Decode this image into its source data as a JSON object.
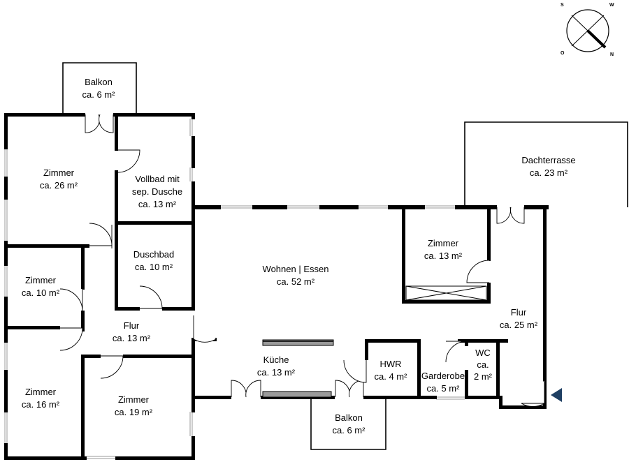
{
  "compass": {
    "s": "S",
    "w": "W",
    "o": "O",
    "n": "N"
  },
  "rooms": {
    "balkon_top": {
      "name": "Balkon",
      "area": "ca. 6 m²"
    },
    "zimmer_26": {
      "name": "Zimmer",
      "area": "ca. 26 m²"
    },
    "vollbad": {
      "name1": "Vollbad mit",
      "name2": "sep. Dusche",
      "area": "ca. 13 m²"
    },
    "duschbad": {
      "name": "Duschbad",
      "area": "ca. 10 m²"
    },
    "zimmer_10": {
      "name": "Zimmer",
      "area": "ca. 10 m²"
    },
    "flur_13": {
      "name": "Flur",
      "area": "ca. 13 m²"
    },
    "zimmer_16": {
      "name": "Zimmer",
      "area": "ca. 16 m²"
    },
    "zimmer_19": {
      "name": "Zimmer",
      "area": "ca. 19 m²"
    },
    "wohnen": {
      "name": "Wohnen | Essen",
      "area": "ca. 52 m²"
    },
    "kueche": {
      "name": "Küche",
      "area": "ca. 13 m²"
    },
    "balkon_bottom": {
      "name": "Balkon",
      "area": "ca. 6 m²"
    },
    "hwr": {
      "name": "HWR",
      "area": "ca. 4 m²"
    },
    "garderobe": {
      "name": "Garderobe",
      "area": "ca. 5 m²"
    },
    "wc": {
      "name": "WC",
      "area1": "ca.",
      "area2": "2 m²"
    },
    "zimmer_13": {
      "name": "Zimmer",
      "area": "ca. 13 m²"
    },
    "flur_25": {
      "name": "Flur",
      "area": "ca. 25 m²"
    },
    "dachterrasse": {
      "name": "Dachterrasse",
      "area": "ca. 23 m²"
    }
  },
  "colors": {
    "wall": "#000000",
    "counter": "#9a9a9a",
    "entrance": "#1f3f63"
  }
}
